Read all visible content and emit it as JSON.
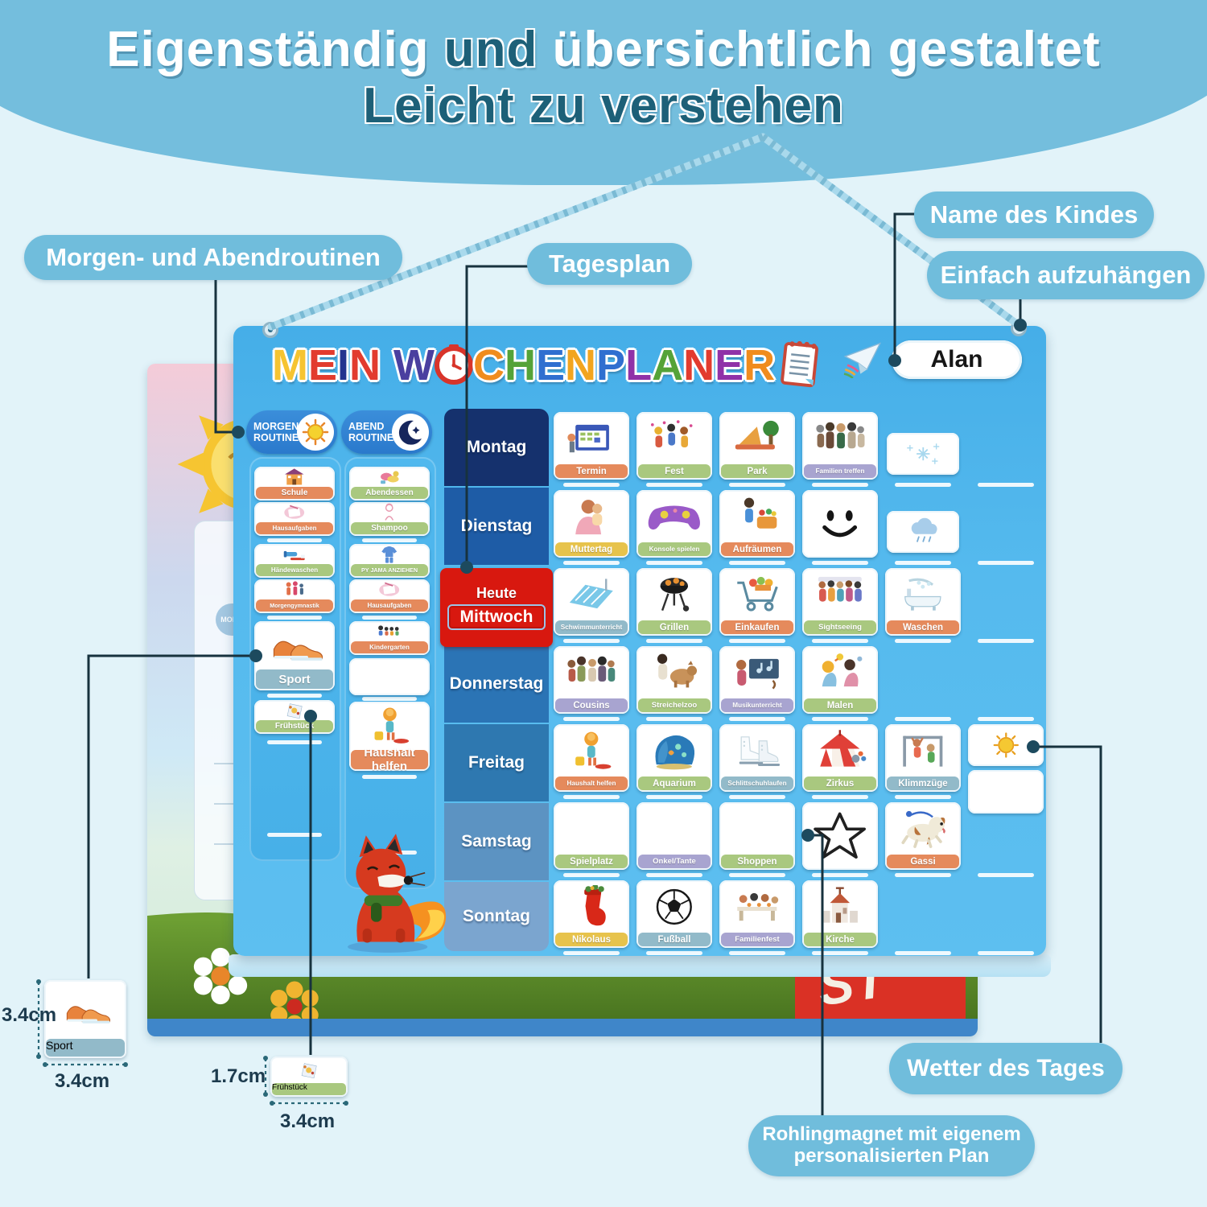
{
  "headline": {
    "line1_a": "Eigenständig",
    "line1_b": "und",
    "line1_c": "übersichtlich gestaltet",
    "line2": "Leicht zu verstehen"
  },
  "callouts": {
    "routines": "Morgen- und Abendroutinen",
    "dayplan": "Tagesplan",
    "child_name": "Name des Kindes",
    "easy_hang": "Einfach aufzuhängen",
    "weather": "Wetter des Tages",
    "blank_magnet": "Rohlingmagnet mit eigenem personalisierten Plan"
  },
  "board": {
    "title": "MEIN WOCHENPLANER",
    "title_letters": [
      [
        "M",
        "#f6c431"
      ],
      [
        "E",
        "#e23b2e"
      ],
      [
        "I",
        "#23338f"
      ],
      [
        "N",
        "#e23b2e"
      ],
      [
        "SPACE",
        ""
      ],
      [
        "W",
        "#4a3f9f"
      ],
      [
        "CLOCK",
        ""
      ],
      [
        "C",
        "#f08c1e"
      ],
      [
        "H",
        "#55a338"
      ],
      [
        "E",
        "#2f6fd0"
      ],
      [
        "N",
        "#f2a51f"
      ],
      [
        "P",
        "#2f6fd0"
      ],
      [
        "L",
        "#9032a8"
      ],
      [
        "A",
        "#55a338"
      ],
      [
        "N",
        "#e23b2e"
      ],
      [
        "E",
        "#9032a8"
      ],
      [
        "R",
        "#f08c1e"
      ]
    ],
    "name_tag": "Alan",
    "morning_header": "MORGEN ROUTINE",
    "evening_header": "ABEND ROUTINE",
    "morning_cards": [
      {
        "label": "Schule",
        "color": "orange",
        "icon": "school-icon"
      },
      {
        "label": "Hausaufgaben",
        "color": "orange",
        "icon": "homework-icon"
      },
      {
        "label": "Händewaschen",
        "color": "green",
        "icon": "toothbrush-icon"
      },
      {
        "label": "Morgengymnastik",
        "color": "orange",
        "icon": "exercise-icon"
      },
      {
        "label": "Sport",
        "color": "blue",
        "icon": "sneakers-icon",
        "tall": true
      },
      {
        "label": "Frühstück",
        "color": "green",
        "icon": "breakfast-icon"
      }
    ],
    "evening_cards": [
      {
        "label": "Abendessen",
        "color": "green",
        "icon": "dinner-icon"
      },
      {
        "label": "Shampoo",
        "color": "green",
        "icon": "shampoo-icon"
      },
      {
        "label": "PY JAMA ANZIEHEN",
        "color": "green",
        "icon": "pajama-icon"
      },
      {
        "label": "Hausaufgaben",
        "color": "orange",
        "icon": "homework-icon"
      },
      {
        "label": "Kindergarten",
        "color": "orange",
        "icon": "kids-icon"
      },
      {
        "label": "",
        "color": "",
        "icon": "",
        "blank": true
      },
      {
        "label": "Haushalt helfen",
        "color": "orange",
        "icon": "housework-icon",
        "tall": true
      }
    ],
    "today_label": "Heute",
    "days": [
      {
        "label": "Montag",
        "color": "#15316d"
      },
      {
        "label": "Dienstag",
        "color": "#1e5ca6"
      },
      {
        "label": "Mittwoch",
        "color": "#d8180f",
        "today": true
      },
      {
        "label": "Donnerstag",
        "color": "#2b74b5"
      },
      {
        "label": "Freitag",
        "color": "#2e78b0"
      },
      {
        "label": "Samstag",
        "color": "#5c93c2"
      },
      {
        "label": "Sonntag",
        "color": "#7ba5cf"
      }
    ],
    "week_rows": [
      [
        {
          "t": "card",
          "label": "Termin",
          "color": "orange",
          "icon": "calendar-icon"
        },
        {
          "t": "card",
          "label": "Fest",
          "color": "green",
          "icon": "party-icon"
        },
        {
          "t": "card",
          "label": "Park",
          "color": "green",
          "icon": "park-icon"
        },
        {
          "t": "card",
          "label": "Familien treffen",
          "color": "lavender",
          "icon": "family-icon"
        },
        {
          "t": "mini",
          "icon": "snowflakes-icon"
        },
        {
          "t": "blank"
        }
      ],
      [
        {
          "t": "card",
          "label": "Muttertag",
          "color": "yellow",
          "icon": "mother-icon"
        },
        {
          "t": "card",
          "label": "Konsole spielen",
          "color": "green",
          "icon": "controller-icon"
        },
        {
          "t": "card",
          "label": "Aufräumen",
          "color": "orange",
          "icon": "tidy-icon"
        },
        {
          "t": "plain",
          "icon": "smiley-icon"
        },
        {
          "t": "mini",
          "icon": "raincloud-icon"
        },
        {
          "t": "blank"
        }
      ],
      [
        {
          "t": "card",
          "label": "Schwimmunterricht",
          "color": "blue",
          "icon": "pool-icon"
        },
        {
          "t": "card",
          "label": "Grillen",
          "color": "green",
          "icon": "grill-icon"
        },
        {
          "t": "card",
          "label": "Einkaufen",
          "color": "orange",
          "icon": "cart-icon"
        },
        {
          "t": "card",
          "label": "Sightseeing",
          "color": "green",
          "icon": "tourists-icon"
        },
        {
          "t": "card",
          "label": "Waschen",
          "color": "orange",
          "icon": "bath-icon"
        },
        {
          "t": "blank"
        }
      ],
      [
        {
          "t": "card",
          "label": "Cousins",
          "color": "lavender",
          "icon": "cousins-icon"
        },
        {
          "t": "card",
          "label": "Streichelzoo",
          "color": "green",
          "icon": "pettingzoo-icon"
        },
        {
          "t": "card",
          "label": "Musikunterricht",
          "color": "lavender",
          "icon": "music-icon"
        },
        {
          "t": "card",
          "label": "Malen",
          "color": "green",
          "icon": "painting-icon"
        },
        {
          "t": "blank"
        },
        {
          "t": "blank"
        }
      ],
      [
        {
          "t": "card",
          "label": "Haushalt helfen",
          "color": "orange",
          "icon": "housework-icon"
        },
        {
          "t": "card",
          "label": "Aquarium",
          "color": "green",
          "icon": "aquarium-icon"
        },
        {
          "t": "card",
          "label": "Schlittschuhlaufen",
          "color": "blue",
          "icon": "skates-icon"
        },
        {
          "t": "card",
          "label": "Zirkus",
          "color": "green",
          "icon": "circus-icon"
        },
        {
          "t": "card",
          "label": "Klimmzüge",
          "color": "blue",
          "icon": "pullups-icon"
        },
        {
          "t": "weather",
          "icon": "sun-icon"
        }
      ],
      [
        {
          "t": "card",
          "label": "Spielplatz",
          "color": "green",
          "icon": "playground-icon"
        },
        {
          "t": "card",
          "label": "Onkel/Tante",
          "color": "lavender",
          "icon": "couple-icon"
        },
        {
          "t": "card",
          "label": "Shoppen",
          "color": "green",
          "icon": "shopping-icon"
        },
        {
          "t": "plain",
          "icon": "star-icon"
        },
        {
          "t": "card",
          "label": "Gassi",
          "color": "orange",
          "icon": "dog-icon"
        },
        {
          "t": "blank"
        }
      ],
      [
        {
          "t": "card",
          "label": "Nikolaus",
          "color": "yellow",
          "icon": "stocking-icon"
        },
        {
          "t": "card",
          "label": "Fußball",
          "color": "blue",
          "icon": "soccer-icon"
        },
        {
          "t": "card",
          "label": "Familienfest",
          "color": "lavender",
          "icon": "familyfeast-icon"
        },
        {
          "t": "card",
          "label": "Kirche",
          "color": "green",
          "icon": "church-icon"
        },
        {
          "t": "blank"
        },
        {
          "t": "blank"
        }
      ]
    ]
  },
  "measurements": {
    "sport_card": {
      "label": "Sport",
      "icon": "sneakers-icon",
      "height": "3.4cm",
      "width": "3.4cm"
    },
    "breakfast_card": {
      "label": "Frühstück",
      "icon": "breakfast-icon",
      "height": "1.7cm",
      "width": "3.4cm"
    }
  },
  "background_board": {
    "letter": "M",
    "mini_label": "MORGEN ROUTINE",
    "patch_text": "ST"
  },
  "palette": {
    "label_orange": "#e58a5c",
    "label_green": "#a9c87f",
    "label_lavender": "#a8a4d0",
    "label_yellow": "#e7c34c",
    "label_blue": "#92bac9",
    "callout_blue": "#70bddc",
    "board_blue": "#4db4ea",
    "today_red": "#d8180f",
    "headline_teal": "#1d6078",
    "hero_blue": "#74bedd"
  }
}
